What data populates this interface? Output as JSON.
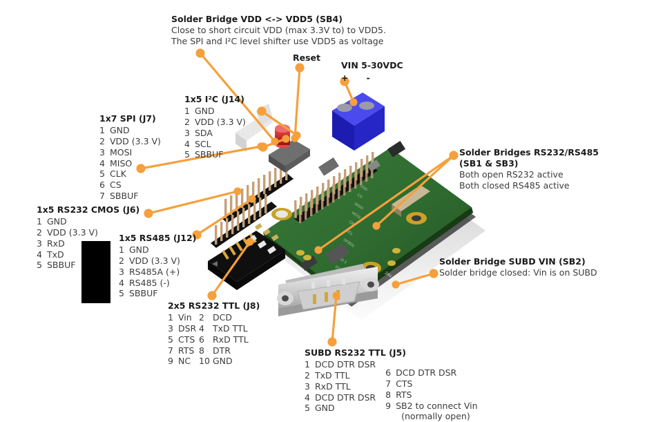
{
  "figure": {
    "title": "Annotated PCB board diagram",
    "accent_color": "#f5a03c",
    "text_color": "#231f20"
  },
  "annotations": {
    "sb4": {
      "heading": "Solder Bridge VDD <-> VDD5 (SB4)",
      "line1": "Close to short circuit VDD (max 3.3V to) to VDD5.",
      "line2": "The SPI and I²C level shifter use VDD5 as voltage"
    },
    "reset": {
      "label": "Reset"
    },
    "vin": {
      "label": "VIN 5-30VDC",
      "plus": "+",
      "minus": "-"
    },
    "spi": {
      "heading": "1x7 SPI (J7)",
      "pins": [
        {
          "n": "1",
          "v": "GND"
        },
        {
          "n": "2",
          "v": "VDD (3.3 V)"
        },
        {
          "n": "3",
          "v": "MOSI"
        },
        {
          "n": "4",
          "v": "MISO"
        },
        {
          "n": "5",
          "v": "CLK"
        },
        {
          "n": "6",
          "v": "CS"
        },
        {
          "n": "7",
          "v": "SBBUF"
        }
      ]
    },
    "i2c": {
      "heading": "1x5 I²C (J14)",
      "pins": [
        {
          "n": "1",
          "v": "GND"
        },
        {
          "n": "2",
          "v": "VDD (3.3 V)"
        },
        {
          "n": "3",
          "v": "SDA"
        },
        {
          "n": "4",
          "v": "SCL"
        },
        {
          "n": "5",
          "v": "SBBUF"
        }
      ]
    },
    "rs232cmos": {
      "heading": "1x5 RS232 CMOS (J6)",
      "pins": [
        {
          "n": "1",
          "v": "GND"
        },
        {
          "n": "2",
          "v": "VDD (3.3 V)"
        },
        {
          "n": "3",
          "v": "RxD"
        },
        {
          "n": "4",
          "v": "TxD"
        },
        {
          "n": "5",
          "v": "SBBUF"
        }
      ]
    },
    "rs485": {
      "heading": "1x5 RS485 (J12)",
      "pins": [
        {
          "n": "1",
          "v": "GND"
        },
        {
          "n": "2",
          "v": "VDD (3.3 V)"
        },
        {
          "n": "3",
          "v": "RS485A (+)"
        },
        {
          "n": "4",
          "v": "RS485 (-)"
        },
        {
          "n": "5",
          "v": "SBBUF"
        }
      ]
    },
    "rs232ttl": {
      "heading": "2x5 RS232 TTL (J8)",
      "rows": [
        {
          "a_n": "1",
          "a_v": "Vin",
          "b_n": "2",
          "b_v": "DCD"
        },
        {
          "a_n": "3",
          "a_v": "DSR",
          "b_n": "4",
          "b_v": "TxD TTL"
        },
        {
          "a_n": "5",
          "a_v": "CTS",
          "b_n": "6",
          "b_v": "RxD TTL"
        },
        {
          "a_n": "7",
          "a_v": "RTS",
          "b_n": "8",
          "b_v": "DTR"
        },
        {
          "a_n": "9",
          "a_v": "NC",
          "b_n": "10",
          "b_v": "GND"
        }
      ]
    },
    "subd": {
      "heading": "SUBD RS232 TTL (J5)",
      "left_pins": [
        {
          "n": "1",
          "v": "DCD DTR DSR"
        },
        {
          "n": "2",
          "v": "TxD TTL"
        },
        {
          "n": "3",
          "v": "RxD TTL"
        },
        {
          "n": "4",
          "v": "DCD DTR DSR"
        },
        {
          "n": "5",
          "v": "GND"
        }
      ],
      "right_pins": [
        {
          "n": "6",
          "v": "DCD DTR DSR"
        },
        {
          "n": "7",
          "v": "CTS"
        },
        {
          "n": "8",
          "v": "RTS"
        },
        {
          "n": "9",
          "v": "SB2 to connect Vin"
        },
        {
          "n": "",
          "v": "(normally open)"
        }
      ]
    },
    "sb13": {
      "heading1": "Solder Bridges RS232/RS485",
      "heading2": "(SB1 & SB3)",
      "line1": "Both open RS232 active",
      "line2": "Both closed RS485 active"
    },
    "sb2": {
      "heading": "Solder Bridge SUBD VIN (SB2)",
      "line1": "Solder bridge closed: Vin is on SUBD"
    }
  },
  "board": {
    "pcb_color": "#2f6b30",
    "pcb_color_dark": "#24511f",
    "terminal_block_color": "#2222cc",
    "reset_button_color": "#cc1111",
    "header_pin_color": "#c4a077",
    "connector_black": "#1a1a1a",
    "subd_shell_color": "#d5d5d5",
    "silkscreen": [
      "VDD",
      "CS",
      "MISO",
      "MOSI",
      "CB",
      "SCL",
      "DFBD1",
      "A/D 1",
      "A/D 3",
      "I/O 1",
      "I/O 3",
      "I/O 5",
      "I/O 7"
    ],
    "pad_label_24v": "24V"
  }
}
